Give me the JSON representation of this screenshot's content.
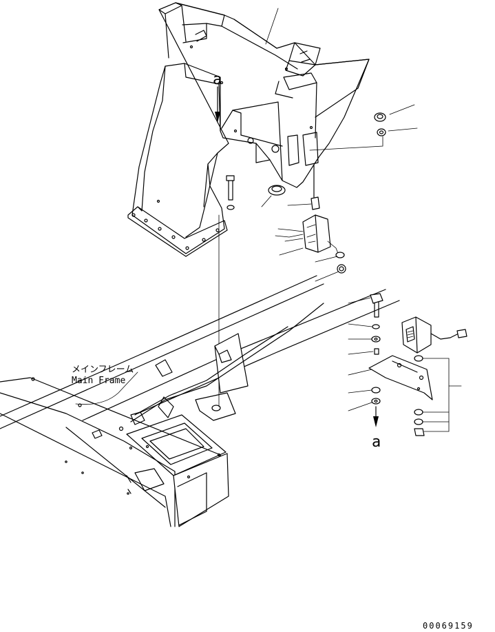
{
  "labels": {
    "main_frame_jp": "メインフレーム",
    "main_frame_en": "Main Frame",
    "view_ref_top": "a",
    "view_ref_bottom": "a",
    "drawing_number": "00069159"
  }
}
